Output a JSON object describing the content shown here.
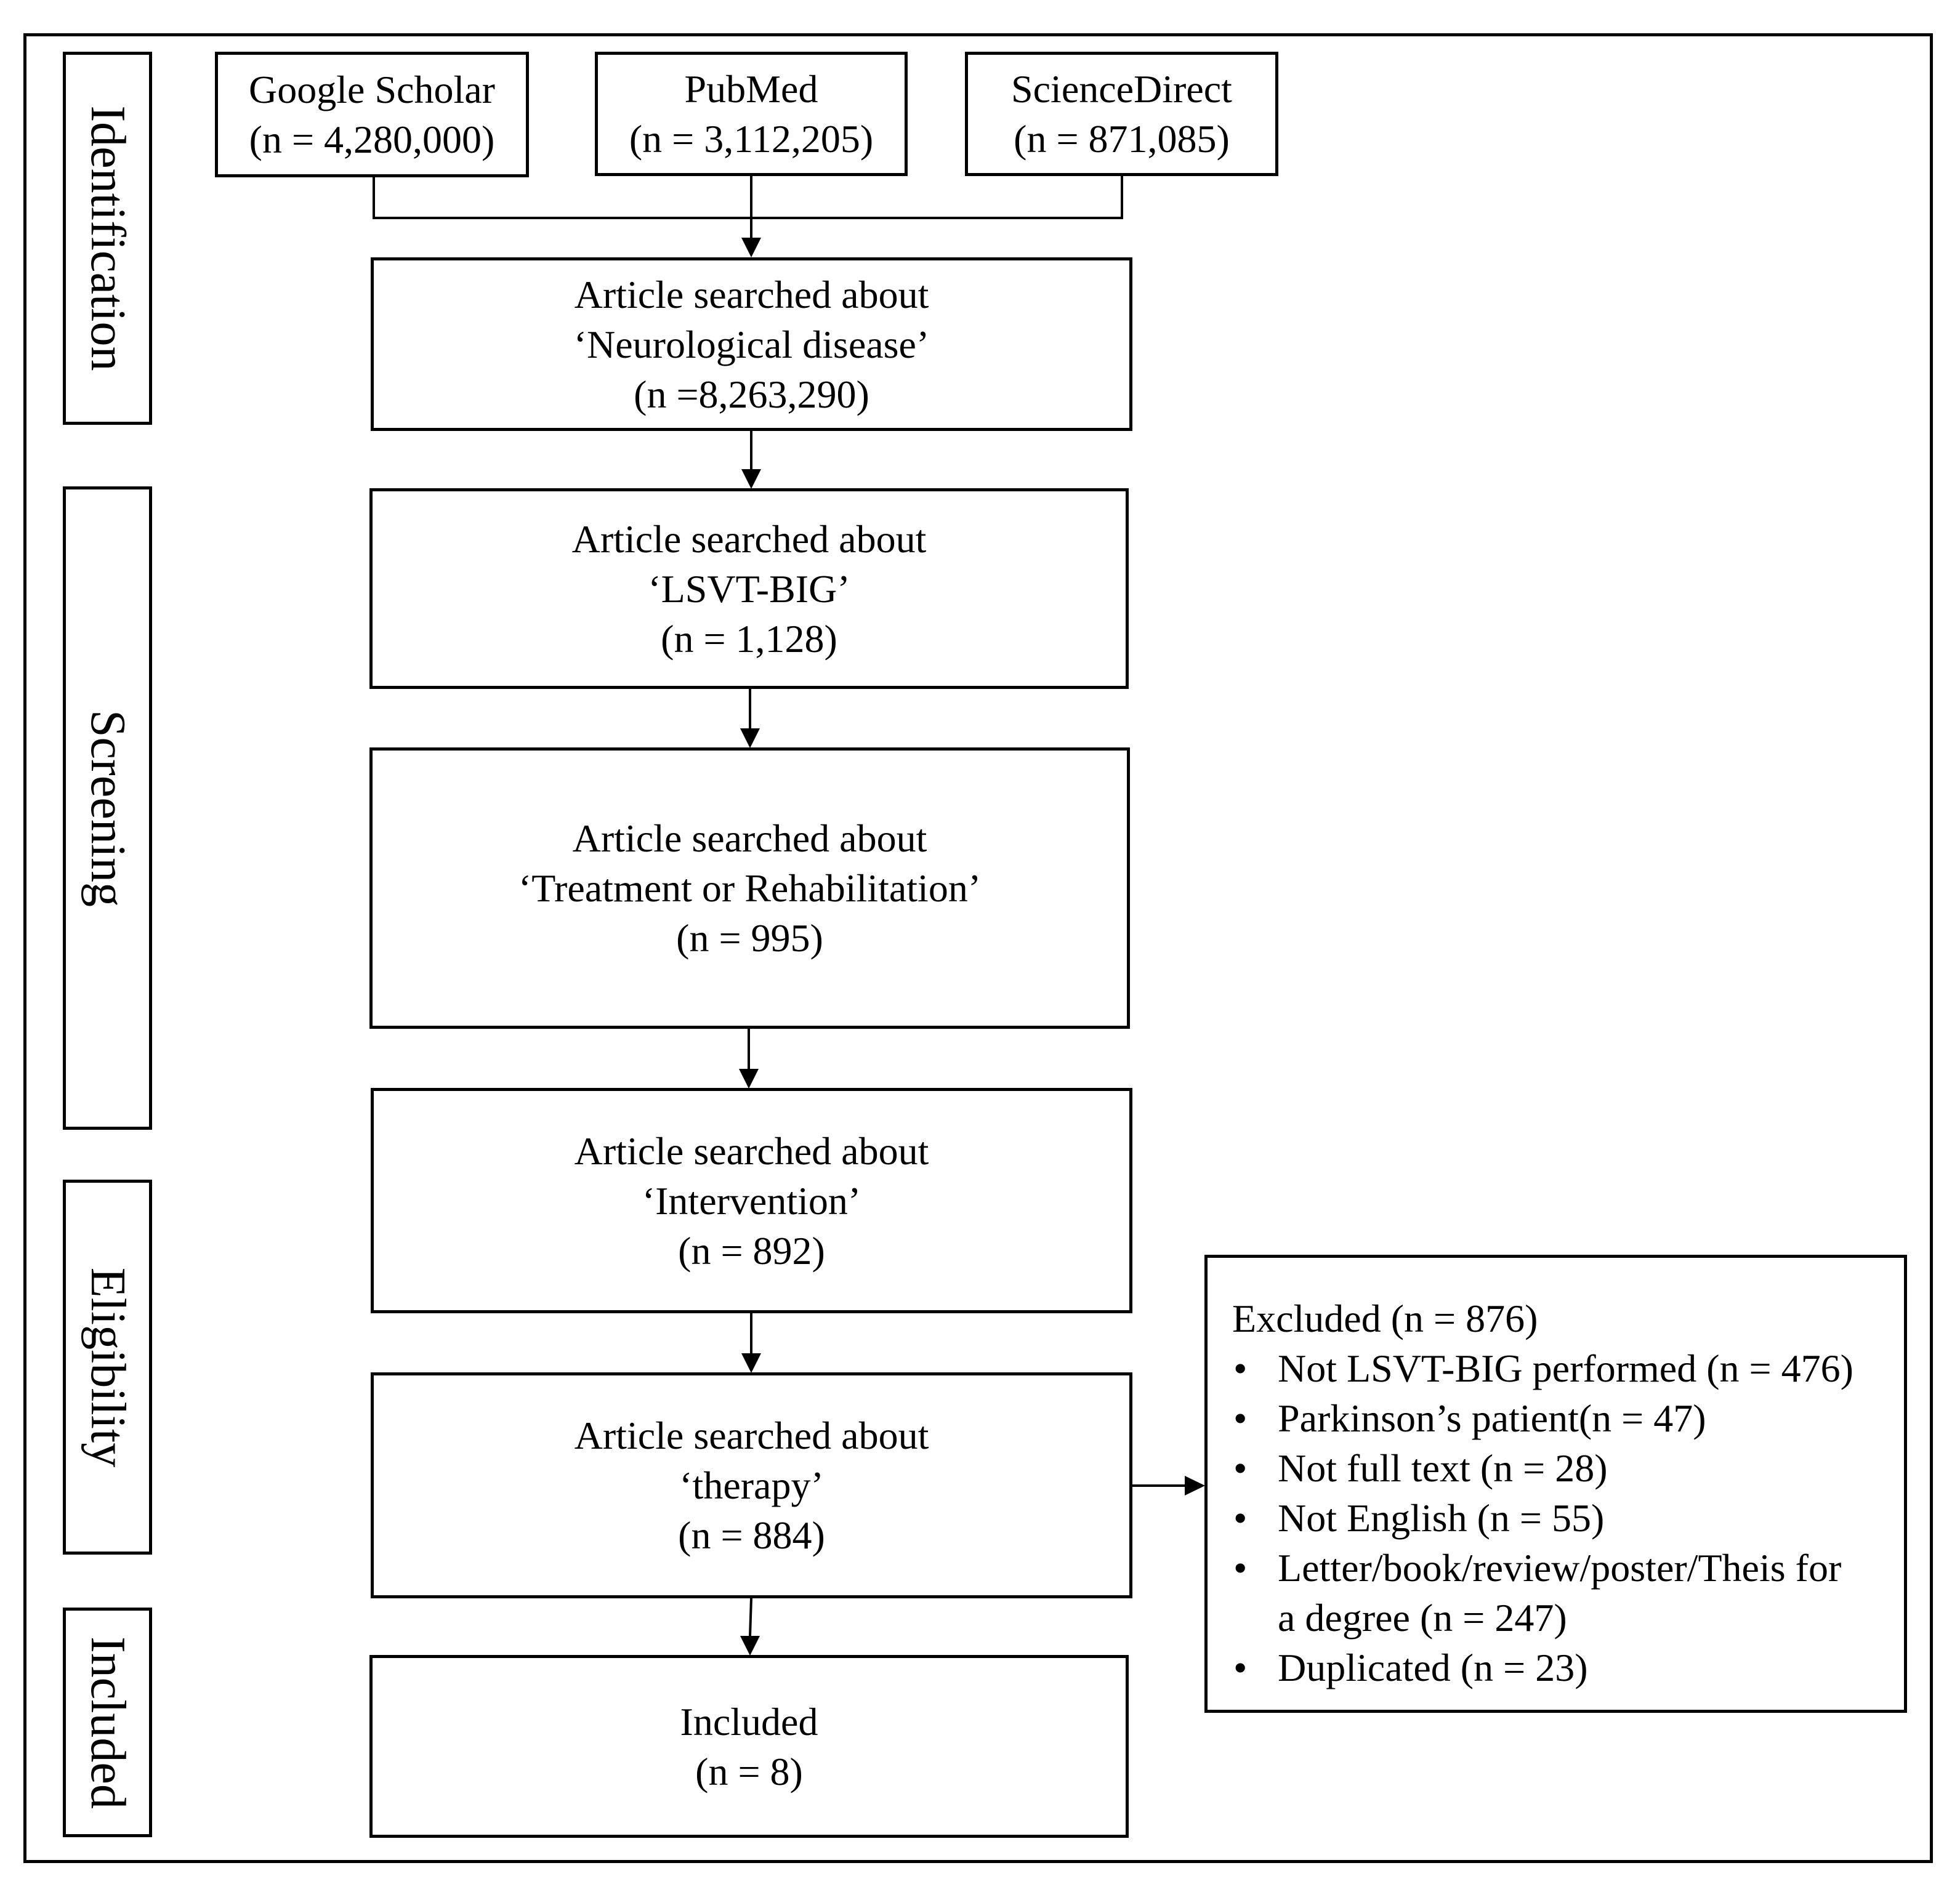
{
  "stages": {
    "identification": "Identification",
    "screening": "Screening",
    "eligibility": "Eligibility",
    "included": "Included"
  },
  "sources": [
    {
      "name": "Google Scholar",
      "count": "(n = 4,280,000)"
    },
    {
      "name": "PubMed",
      "count": "(n = 3,112,205)"
    },
    {
      "name": "ScienceDirect",
      "count": "(n = 871,085)"
    }
  ],
  "steps": {
    "neurological": {
      "line1": "Article searched about",
      "line2": "‘Neurological disease’",
      "count": "(n =8,263,290)"
    },
    "lsvt": {
      "line1": "Article searched about",
      "line2": "‘LSVT-BIG’",
      "count": "(n = 1,128)"
    },
    "treatment": {
      "line1": "Article searched about",
      "line2": "‘Treatment or Rehabilitation’",
      "count": "(n = 995)"
    },
    "intervention": {
      "line1": "Article searched about",
      "line2": "‘Intervention’",
      "count": "(n = 892)"
    },
    "therapy": {
      "line1": "Article searched about",
      "line2": "‘therapy’",
      "count": "(n = 884)"
    },
    "included": {
      "line1": "Included",
      "count": "(n = 8)"
    }
  },
  "excluded": {
    "title": "Excluded (n = 876)",
    "bullet": "•",
    "items": [
      {
        "text": "Not LSVT-BIG performed (n = 476)"
      },
      {
        "text": "Parkinson’s patient(n = 47)"
      },
      {
        "text": "Not full text (n = 28)"
      },
      {
        "text": "Not English (n = 55)"
      },
      {
        "text": "Letter/book/review/poster/Theis for",
        "cont": "a degree (n = 247)"
      },
      {
        "text": "Duplicated (n = 23)"
      }
    ]
  }
}
